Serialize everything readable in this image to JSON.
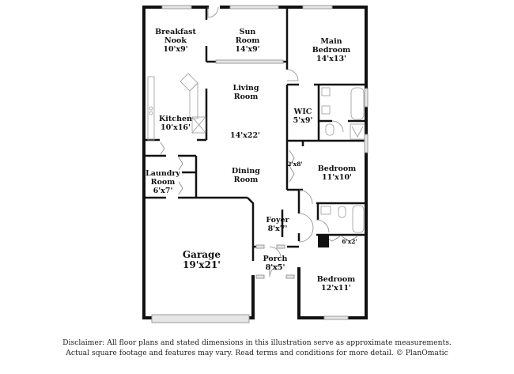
{
  "floorplan": {
    "rooms": [
      {
        "id": "breakfast-nook",
        "name": "Breakfast Nook",
        "name_lines": [
          "Breakfast",
          "Nook"
        ],
        "dimensions": "10'x9'"
      },
      {
        "id": "sun-room",
        "name": "Sun Room",
        "name_lines": [
          "Sun",
          "Room"
        ],
        "dimensions": "14'x9'"
      },
      {
        "id": "main-bedroom",
        "name": "Main Bedroom",
        "name_lines": [
          "Main",
          "Bedroom"
        ],
        "dimensions": "14'x13'"
      },
      {
        "id": "living-room",
        "name": "Living Room",
        "name_lines": [
          "Living",
          "Room"
        ],
        "dimensions": ""
      },
      {
        "id": "kitchen",
        "name": "Kitchen",
        "name_lines": [
          "Kitchen"
        ],
        "dimensions": "10'x16'"
      },
      {
        "id": "living-dining-dim",
        "name": "",
        "name_lines": [],
        "dimensions": "14'x22'"
      },
      {
        "id": "wic",
        "name": "WIC",
        "name_lines": [
          "WIC"
        ],
        "dimensions": "5'x9'"
      },
      {
        "id": "closet-2x8",
        "name": "",
        "name_lines": [],
        "dimensions": "2'x8'"
      },
      {
        "id": "bedroom-2",
        "name": "Bedroom",
        "name_lines": [
          "Bedroom"
        ],
        "dimensions": "11'x10'"
      },
      {
        "id": "laundry-room",
        "name": "Laundry Room",
        "name_lines": [
          "Laundry",
          "Room"
        ],
        "dimensions": "6'x7'"
      },
      {
        "id": "dining-room",
        "name": "Dining Room",
        "name_lines": [
          "Dining",
          "Room"
        ],
        "dimensions": ""
      },
      {
        "id": "foyer",
        "name": "Foyer",
        "name_lines": [
          "Foyer"
        ],
        "dimensions": "8'x7'"
      },
      {
        "id": "closet-6x2",
        "name": "",
        "name_lines": [],
        "dimensions": "6'x2'"
      },
      {
        "id": "garage",
        "name": "Garage",
        "name_lines": [
          "Garage"
        ],
        "dimensions": "19'x21'"
      },
      {
        "id": "porch",
        "name": "Porch",
        "name_lines": [
          "Porch"
        ],
        "dimensions": "8'x5'"
      },
      {
        "id": "bedroom-3",
        "name": "Bedroom",
        "name_lines": [
          "Bedroom"
        ],
        "dimensions": "12'x11'"
      }
    ]
  },
  "disclaimer": {
    "line1": "Disclaimer: All floor plans and stated dimensions in this illustration serve as approximate measurements.",
    "line2": "Actual square footage and features may vary. Read terms and conditions for more detail. © PlanOmatic"
  },
  "colors": {
    "wall": "#111111",
    "window": "#c8c8c8",
    "fixture": "#9a9a9a",
    "text": "#111111"
  }
}
